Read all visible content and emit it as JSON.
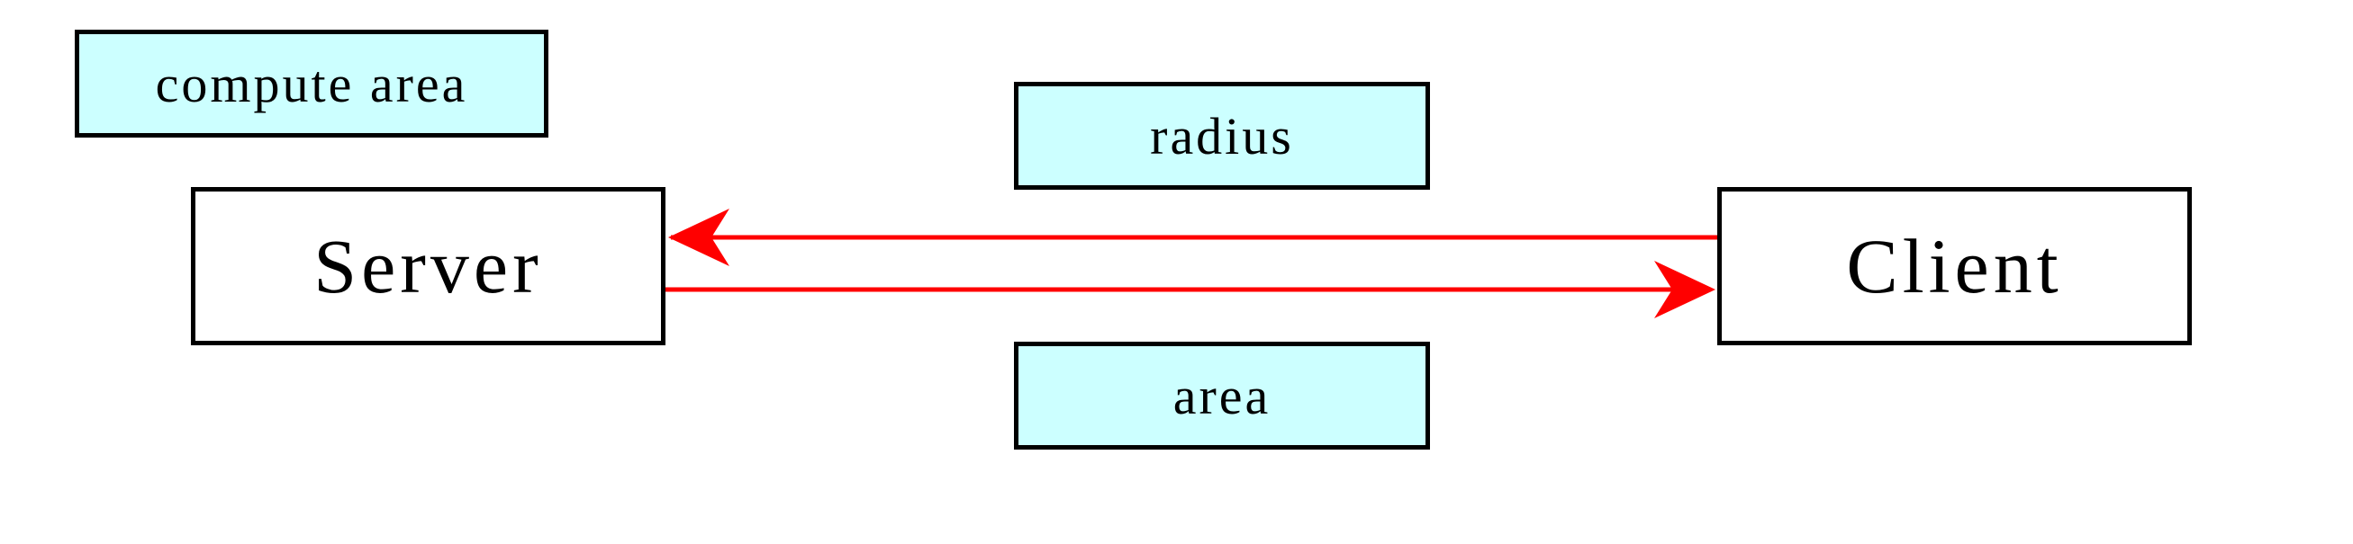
{
  "diagram": {
    "notes": {
      "compute_area": "compute area",
      "radius": "radius",
      "area": "area"
    },
    "nodes": {
      "server": "Server",
      "client": "Client"
    },
    "colors": {
      "note_fill": "#ccffff",
      "node_fill": "#ffffff",
      "border": "#000000",
      "arrow": "#ff0000"
    }
  }
}
